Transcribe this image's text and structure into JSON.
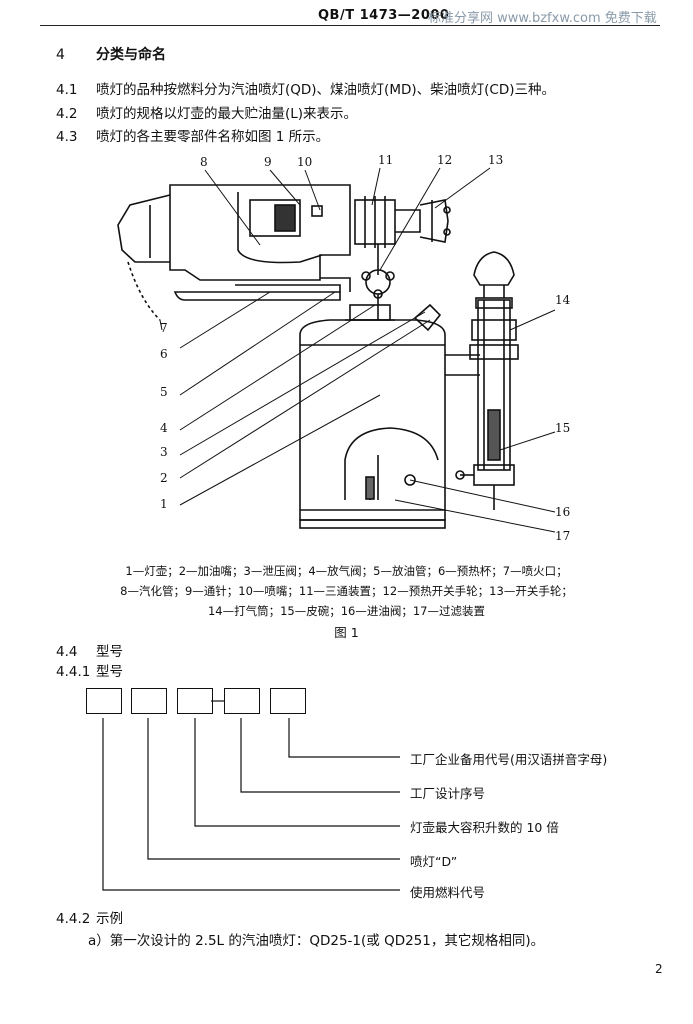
{
  "header": {
    "standard_code": "QB/T 1473—2000",
    "watermark": "标准分享网 www.bzfxw.com 免费下载"
  },
  "section4": {
    "number": "4",
    "title": "分类与命名",
    "items": [
      {
        "num": "4.1",
        "text": "喷灯的品种按燃料分为汽油喷灯(QD)、煤油喷灯(MD)、柴油喷灯(CD)三种。"
      },
      {
        "num": "4.2",
        "text": "喷灯的规格以灯壶的最大贮油量(L)来表示。"
      },
      {
        "num": "4.3",
        "text": "喷灯的各主要零部件名称如图 1 所示。"
      }
    ]
  },
  "figure1": {
    "callouts": [
      "1",
      "2",
      "3",
      "4",
      "5",
      "6",
      "7",
      "8",
      "9",
      "10",
      "11",
      "12",
      "13",
      "14",
      "15",
      "16",
      "17"
    ],
    "caption_lines": [
      "1—灯壶；2—加油嘴；3—泄压阀；4—放气阀；5—放油管；6—预热杯；7—喷火口；",
      "8—汽化管；9—通针；10—喷嘴；11—三通装置；12—预热开关手轮；13—开关手轮；",
      "14—打气筒；15—皮碗；16—进油阀；17—过滤装置"
    ],
    "title": "图 1"
  },
  "section44": {
    "num": "4.4",
    "title": "型号",
    "sub441_num": "4.4.1",
    "sub441_title": "型号",
    "model_labels": [
      "工厂企业备用代号(用汉语拼音字母)",
      "工厂设计序号",
      "灯壶最大容积升数的 10 倍",
      "喷灯“D”",
      "使用燃料代号"
    ],
    "sub442_num": "4.4.2",
    "sub442_title": "示例",
    "example_a": "a）第一次设计的 2.5L 的汽油喷灯：QD25-1(或 QD251，其它规格相同)。"
  },
  "page_number": "2"
}
